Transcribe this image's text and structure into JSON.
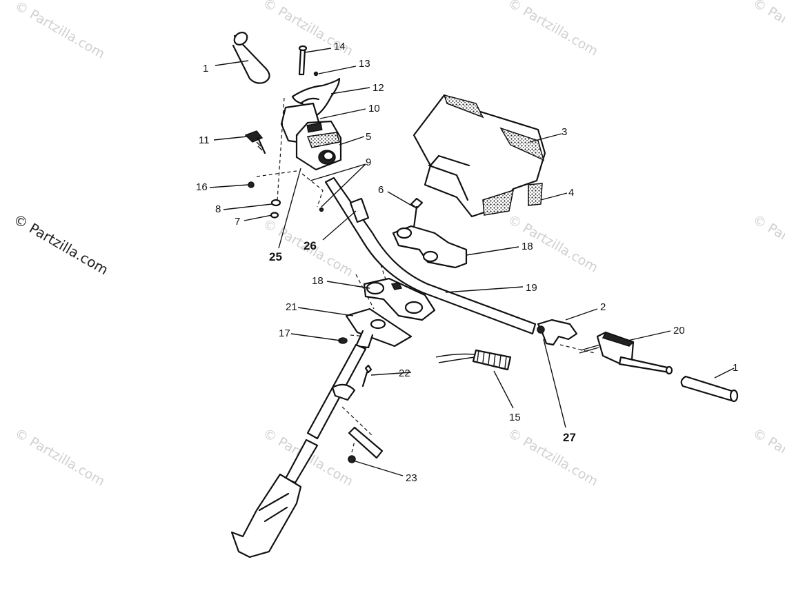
{
  "watermark": {
    "tile_text": "© Partzilla.com",
    "side_text": "© Partzilla.com"
  },
  "callouts": {
    "c1a": "1",
    "c1b": "1",
    "c2": "2",
    "c3": "3",
    "c4": "4",
    "c5": "5",
    "c6": "6",
    "c7": "7",
    "c8": "8",
    "c9": "9",
    "c10": "10",
    "c11": "11",
    "c12": "12",
    "c13": "13",
    "c14": "14",
    "c15": "15",
    "c16": "16",
    "c17": "17",
    "c18a": "18",
    "c18b": "18",
    "c19": "19",
    "c20": "20",
    "c21": "21",
    "c22": "22",
    "c23": "23",
    "c25": "25",
    "c26": "26",
    "c27": "27"
  }
}
